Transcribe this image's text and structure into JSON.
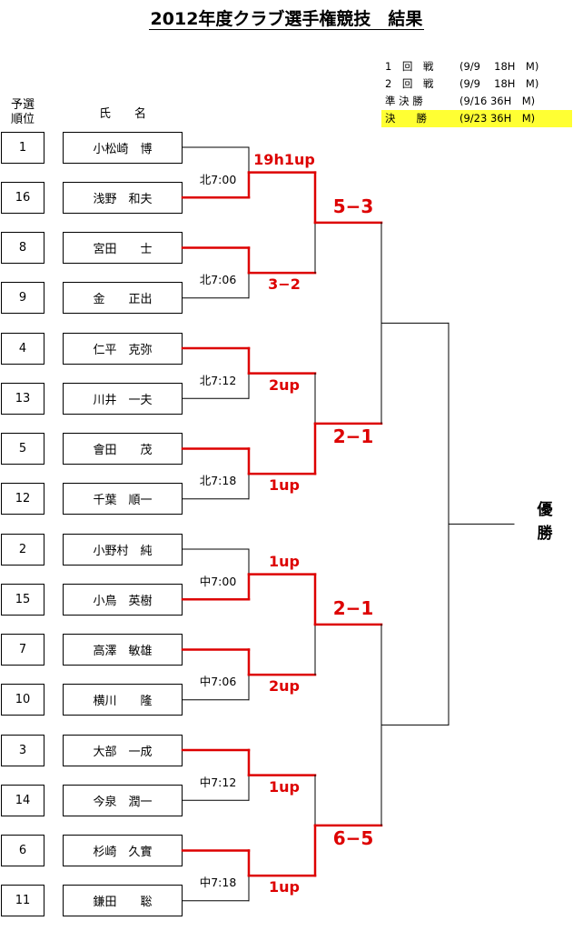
{
  "title": "2012年度クラブ選手権競技　結果",
  "schedule": [
    {
      "round": "1　回　戦",
      "info": "(9/9　 18H　M)",
      "highlight": false
    },
    {
      "round": "2　回　戦",
      "info": "(9/9　 18H　M)",
      "highlight": false
    },
    {
      "round": "準 決 勝",
      "info": "(9/16  36H　M)",
      "highlight": false
    },
    {
      "round": "決　　勝",
      "info": "(9/23  36H　M)",
      "highlight": true
    }
  ],
  "headers": {
    "seed_line1": "予選",
    "seed_line2": "順位",
    "name": "氏　　名"
  },
  "players": [
    {
      "seed": "1",
      "name": "小松崎　博"
    },
    {
      "seed": "16",
      "name": "浅野　和夫"
    },
    {
      "seed": "8",
      "name": "宮田　　士"
    },
    {
      "seed": "9",
      "name": "金　　正出"
    },
    {
      "seed": "4",
      "name": "仁平　克弥"
    },
    {
      "seed": "13",
      "name": "川井　一夫"
    },
    {
      "seed": "5",
      "name": "會田　　茂"
    },
    {
      "seed": "12",
      "name": "千葉　順一"
    },
    {
      "seed": "2",
      "name": "小野村　純"
    },
    {
      "seed": "15",
      "name": "小鳥　英樹"
    },
    {
      "seed": "7",
      "name": "高澤　敏雄"
    },
    {
      "seed": "10",
      "name": "横川　　隆"
    },
    {
      "seed": "3",
      "name": "大部　一成"
    },
    {
      "seed": "14",
      "name": "今泉　潤一"
    },
    {
      "seed": "6",
      "name": "杉崎　久實"
    },
    {
      "seed": "11",
      "name": "鎌田　　聡"
    }
  ],
  "matches_r1": [
    {
      "time": "北7:00",
      "score": "19h1up",
      "winner": 1
    },
    {
      "time": "北7:06",
      "score": "3−2",
      "winner": 0
    },
    {
      "time": "北7:12",
      "score": "2up",
      "winner": 0
    },
    {
      "time": "北7:18",
      "score": "1up",
      "winner": 0
    },
    {
      "time": "中7:00",
      "score": "1up",
      "winner": 1
    },
    {
      "time": "中7:06",
      "score": "2up",
      "winner": 0
    },
    {
      "time": "中7:12",
      "score": "1up",
      "winner": 0
    },
    {
      "time": "中7:18",
      "score": "1up",
      "winner": 0
    }
  ],
  "matches_r2": [
    {
      "score": "5−3",
      "winner": 0
    },
    {
      "score": "2−1",
      "winner": 1
    },
    {
      "score": "2−1",
      "winner": 0
    },
    {
      "score": "6−5",
      "winner": 1
    }
  ],
  "champion_label": "優\n勝",
  "colors": {
    "winner_line": "#dd0000",
    "line": "#000000",
    "highlight": "#ffff33"
  }
}
